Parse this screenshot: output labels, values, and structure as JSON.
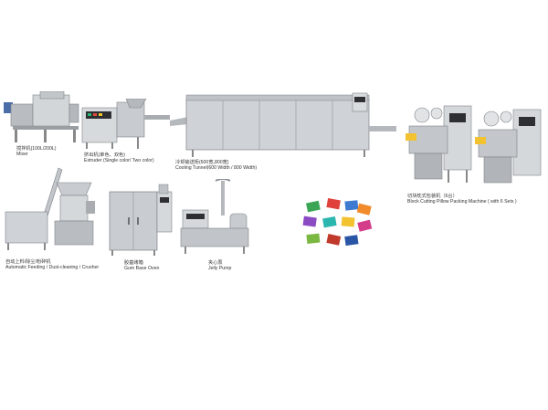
{
  "machines": {
    "mixer": {
      "cn": "搅拌机(100L/200L)",
      "en": "Mixer"
    },
    "extruder": {
      "cn": "挤出机(单色、双色)",
      "en": "Extruder (Single color/ Two color)"
    },
    "cooling_tunnel": {
      "cn": "冷却输送柜(600宽,800宽)",
      "en": "Cooling Tunnel(600 Width / 800 Width)"
    },
    "packing": {
      "cn": "切块枕式包装机（6台）",
      "en": "Block Cutting Pillow Packing Machine ( with 6 Sets )"
    },
    "feeding": {
      "cn": "自动上料/除尘/粉碎机",
      "en": "Automatic Feeding / Dust-cleaning / Crusher"
    },
    "oven": {
      "cn": "胶基烤箱",
      "en": "Gum Base Oven"
    },
    "pump": {
      "cn": "夹心泵",
      "en": "Jelly Pump"
    }
  },
  "colors": {
    "steel": "#c9ccd0",
    "steel_dark": "#8e9399",
    "steel_light": "#e6e8ea",
    "accent_blue": "#2a55a5"
  }
}
